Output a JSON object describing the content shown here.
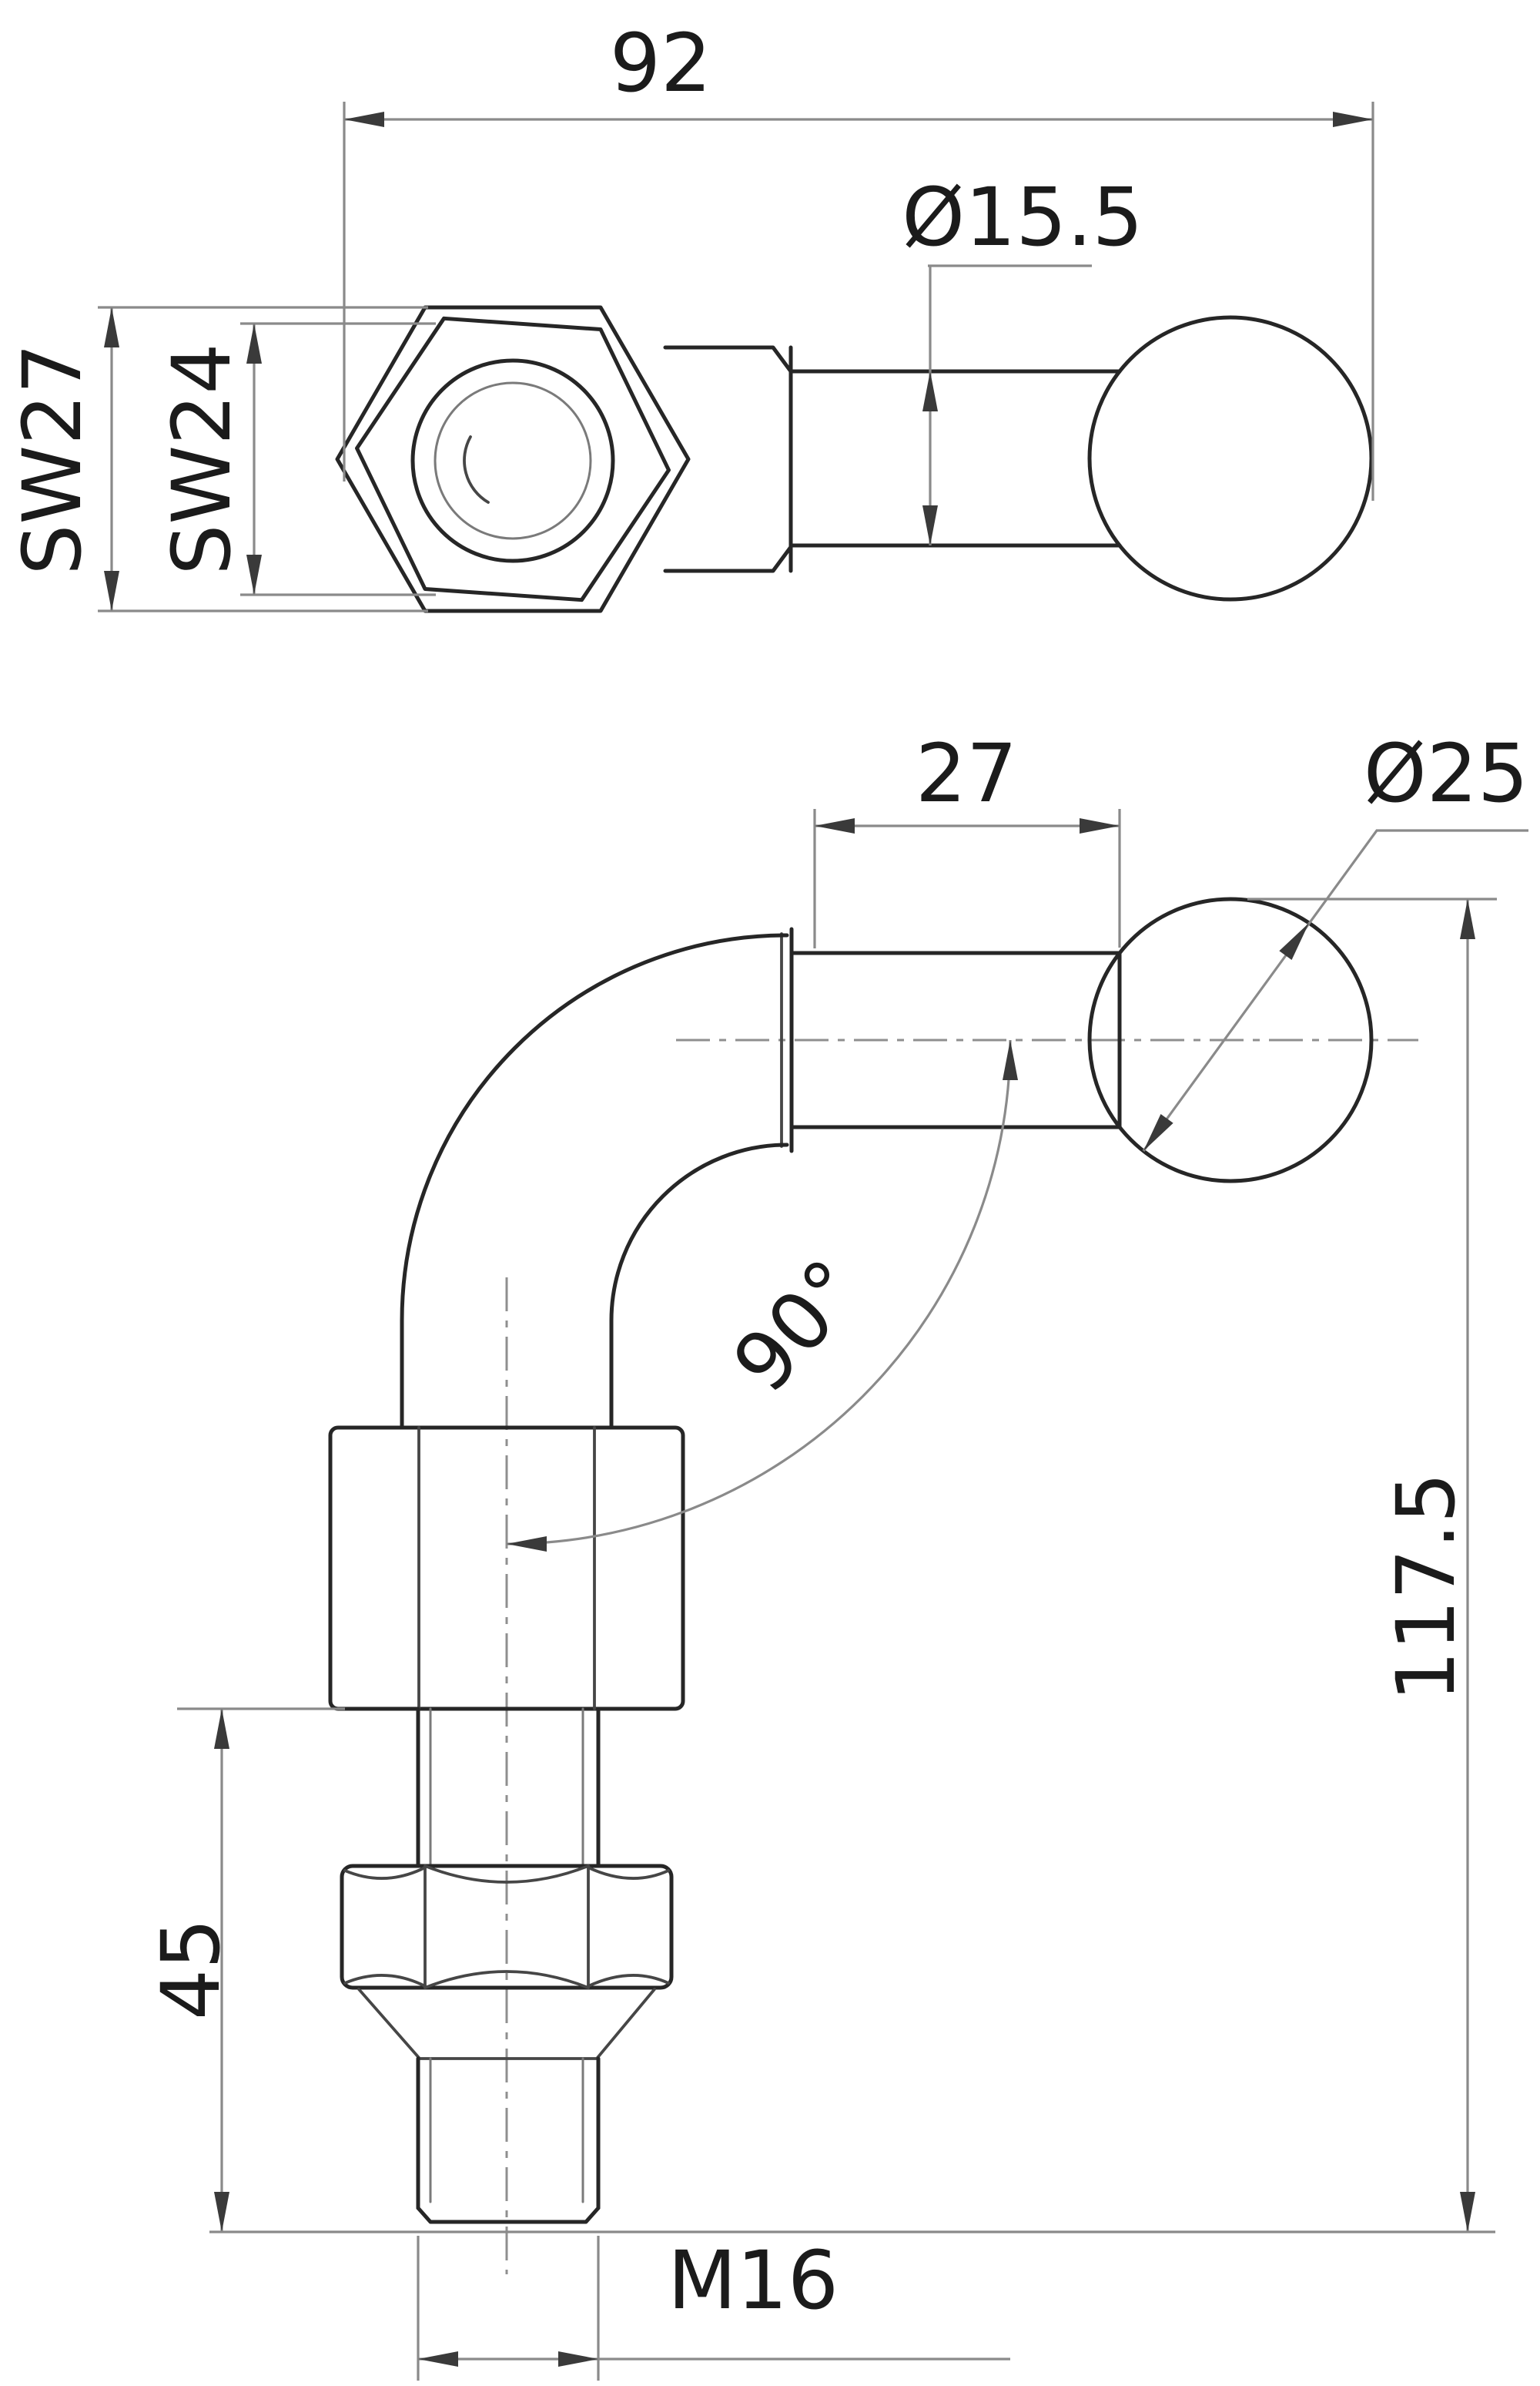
{
  "drawing": {
    "background_color": "#ffffff",
    "outline_color": "#262626",
    "dimension_color": "#8a8a8a",
    "text_color": "#1b1b1b"
  },
  "top_view": {
    "overall_length": "92",
    "shaft_diameter": "Ø15.5",
    "wrench_size_outer": "SW27",
    "wrench_size_inner": "SW24"
  },
  "front_view": {
    "arm_length": "27",
    "ball_diameter": "Ø25",
    "bend_angle": "90°",
    "overall_height": "117.5",
    "thread_length": "45",
    "thread_size": "M16"
  }
}
